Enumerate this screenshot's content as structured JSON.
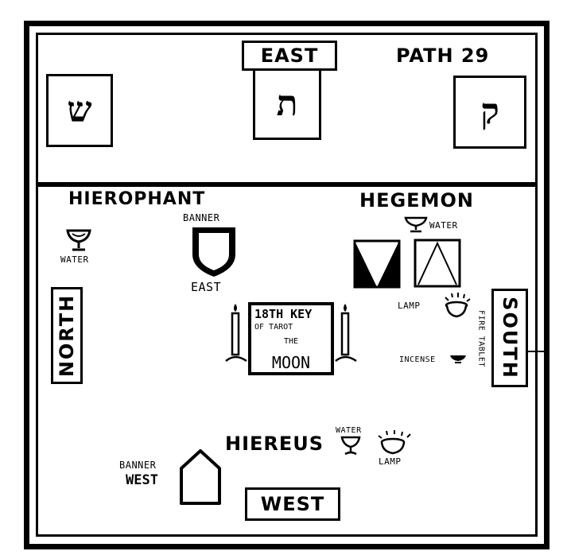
{
  "header": {
    "east_label": "EAST",
    "path_label": "PATH 29",
    "letters": {
      "shin": "ש",
      "tav": "ת",
      "qoph": "ק"
    }
  },
  "officers": {
    "hierophant": "HIEROPHANT",
    "hegemon": "HEGEMON",
    "hiereus": "HIEREUS"
  },
  "quarters": {
    "north": "NORTH",
    "south": "SOUTH",
    "west": "WEST"
  },
  "labels": {
    "banner_top": "BANNER",
    "banner_east": "EAST",
    "water_left": "WATER",
    "water_right": "WATER",
    "lamp_right": "LAMP",
    "fire_tablet": "FIRE TABLET",
    "incense": "INCENSE",
    "banner_west_1": "BANNER",
    "banner_west_2": "WEST",
    "water_bottom": "WATER",
    "lamp_bottom": "LAMP"
  },
  "altar": {
    "line1": "18TH KEY",
    "line2": "OF TAROT",
    "line3": "THE",
    "line4": "MOON"
  }
}
